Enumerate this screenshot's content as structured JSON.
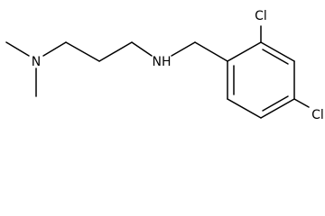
{
  "molecule": {
    "atoms": {
      "amine_left": "N",
      "amine_right": "NH",
      "chloro_top": "Cl",
      "chloro_bottom": "Cl"
    }
  },
  "colors": {
    "background": "#ffffff",
    "bond": "#000000",
    "label": "#000000"
  }
}
